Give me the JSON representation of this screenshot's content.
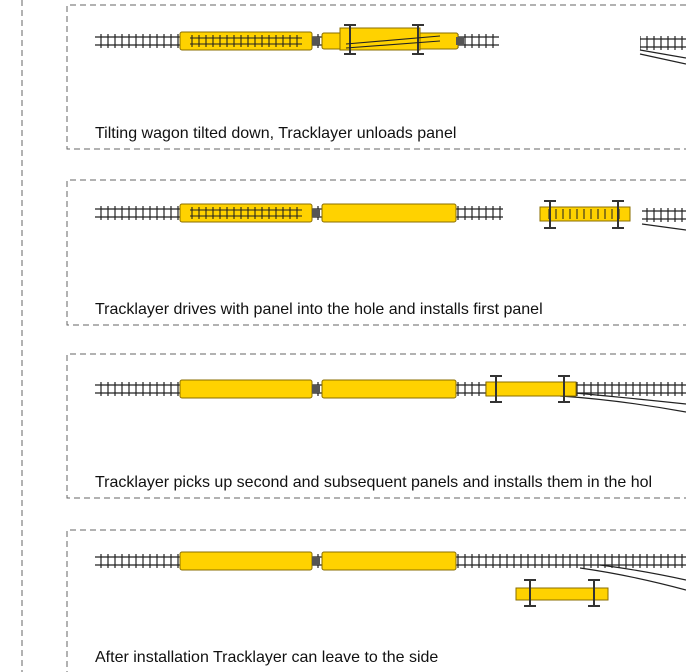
{
  "panels": [
    {
      "caption": "Tilting wagon tilted down, Tracklayer unloads panel"
    },
    {
      "caption": "Tracklayer drives with panel into the hole and installs first panel"
    },
    {
      "caption": "Tracklayer picks up second and subsequent panels and installs them in the hol"
    },
    {
      "caption": "After installation Tracklayer can leave to the side"
    }
  ],
  "colors": {
    "wagon_fill": "#ffd200",
    "wagon_stroke": "#8a6d00",
    "track": "#222222",
    "border": "#666666",
    "coupler": "#555555"
  }
}
